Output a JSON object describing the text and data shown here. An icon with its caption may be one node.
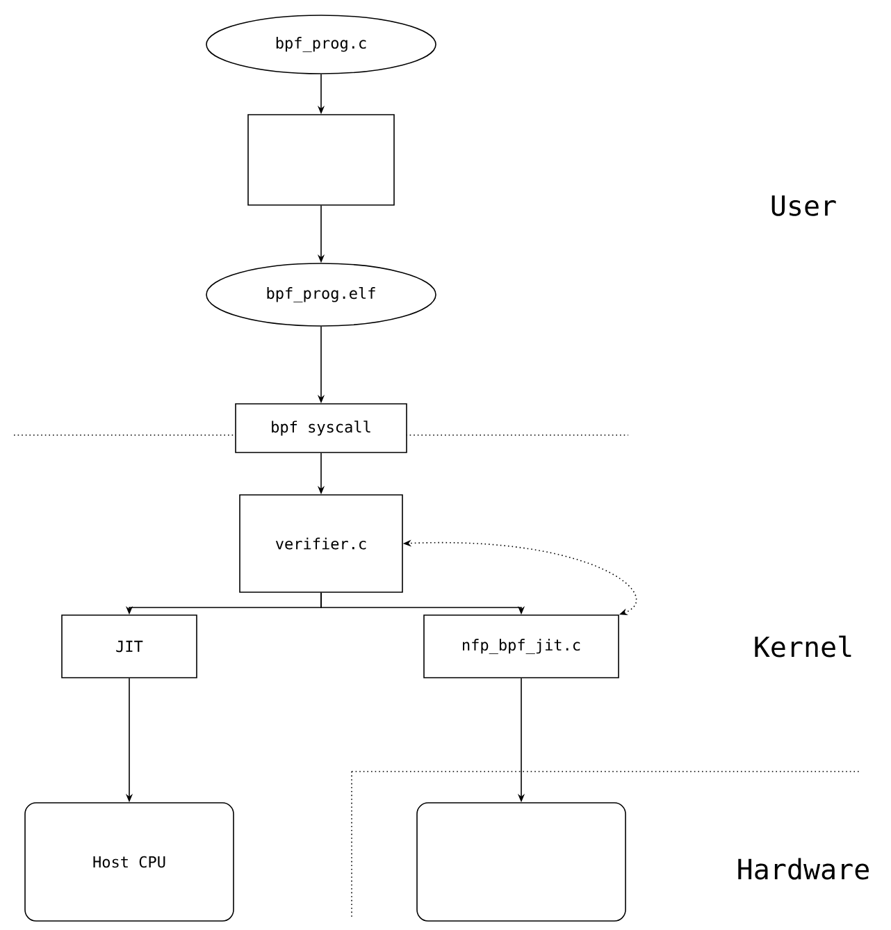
{
  "diagram": {
    "nodes": [
      {
        "text": [
          "bpf_prog.c"
        ]
      },
      {
        "text": [],
        "shape": "box"
      },
      {
        "text": [
          "bpf_prog.elf"
        ]
      },
      {
        "text": [
          "bpf syscall"
        ]
      },
      {
        "text": [
          "verifier.c"
        ]
      },
      {
        "text": [
          "JIT"
        ]
      },
      {
        "text": [
          "nfp_bpf_jit.c"
        ]
      },
      {
        "text": [
          "Host CPU"
        ]
      },
      {
        "text": [],
        "shape": "box"
      }
    ],
    "edges": [
      {
        "from": 0,
        "to": 1,
        "arrow": "to"
      },
      {
        "from": 1,
        "to": 2,
        "arrow": "to"
      },
      {
        "from": 2,
        "to": 3,
        "arrow": "to"
      },
      {
        "from": 3,
        "to": 4,
        "arrow": "to"
      },
      {
        "from": 4,
        "to": 5,
        "arrow": "to"
      },
      {
        "from": 4,
        "to": 6,
        "arrow": "to"
      },
      {
        "from": 5,
        "to": 7,
        "arrow": "to"
      },
      {
        "from": 6,
        "to": 8,
        "arrow": "to"
      },
      {
        "from": 6,
        "to": 4,
        "arrow": "both",
        "style": "dashed"
      }
    ],
    "labels": [
      "User",
      "Kernel",
      "Hardware"
    ]
  }
}
